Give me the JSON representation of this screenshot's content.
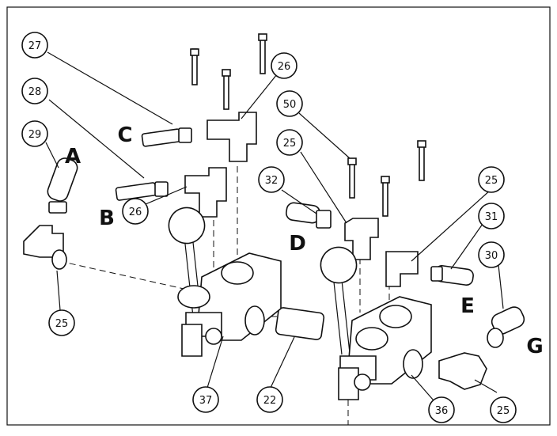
{
  "callouts": [
    "27",
    "28",
    "29",
    "26",
    "26",
    "50",
    "25",
    "32",
    "25",
    "31",
    "30",
    "25",
    "37",
    "22",
    "36",
    "25"
  ],
  "letters": [
    "A",
    "B",
    "C",
    "D",
    "E",
    "G"
  ]
}
